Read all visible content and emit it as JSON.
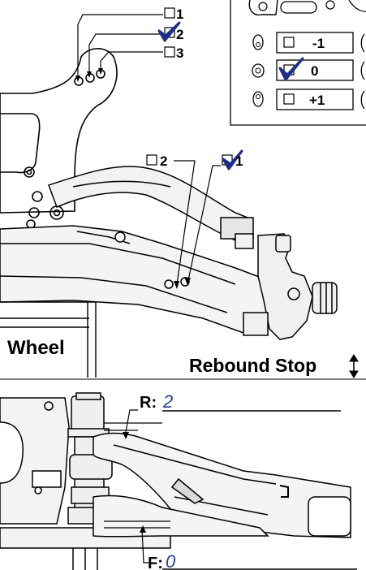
{
  "top_options": {
    "items": [
      {
        "label": "1",
        "checked": false
      },
      {
        "label": "2",
        "checked": true
      },
      {
        "label": "3",
        "checked": false
      }
    ]
  },
  "offset_table": {
    "rows": [
      {
        "label": "-1",
        "checked": false
      },
      {
        "label": "0",
        "checked": true
      },
      {
        "label": "+1",
        "checked": false
      }
    ]
  },
  "mount_options": {
    "items": [
      {
        "label": "2",
        "checked": false
      },
      {
        "label": "1",
        "checked": true
      }
    ]
  },
  "labels": {
    "wheel": "Wheel",
    "rebound_stop": "Rebound Stop"
  },
  "shims": {
    "rear_label": "R:",
    "rear_value": "2",
    "front_label": "F:",
    "front_value": "0"
  },
  "colors": {
    "ink": "#000000",
    "check": "#1f2f86",
    "handwriting": "#2a3d8f",
    "part_fill": "#f2f2f2"
  }
}
